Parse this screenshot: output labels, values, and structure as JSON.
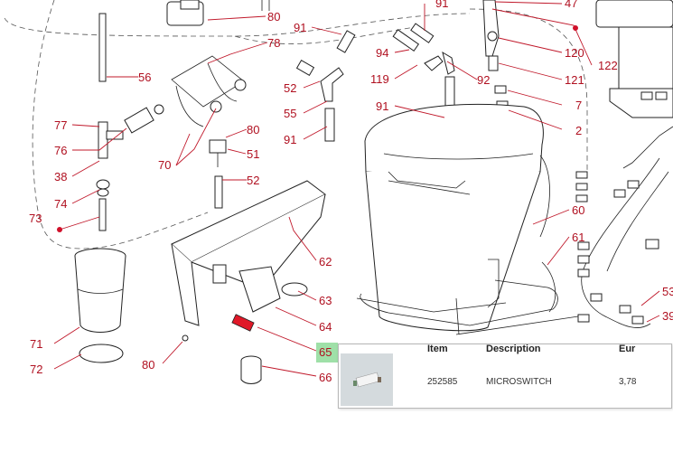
{
  "callouts": {
    "c80a": "80",
    "c78": "78",
    "c56": "56",
    "c77": "77",
    "c76": "76",
    "c38": "38",
    "c74": "74",
    "c73": "73",
    "c70": "70",
    "c80b": "80",
    "c51": "51",
    "c52a": "52",
    "c71": "71",
    "c72": "72",
    "c80c": "80",
    "c91a": "91",
    "c52b": "52",
    "c55": "55",
    "c91b": "91",
    "c94": "94",
    "c119": "119",
    "c91c": "91",
    "c91d": "91",
    "c92": "92",
    "c47": "47",
    "c120": "120",
    "c121": "121",
    "c122": "122",
    "c7": "7",
    "c2": "2",
    "c60": "60",
    "c61": "61",
    "c62": "62",
    "c63": "63",
    "c64": "64",
    "c65": "65",
    "c66": "66",
    "c53": "53",
    "c39": "39"
  },
  "popup": {
    "headers": {
      "item": "Item",
      "description": "Description",
      "eur": "Eur"
    },
    "row": {
      "item": "252585",
      "description": "MICROSWITCH",
      "eur": "3,78"
    }
  },
  "colors": {
    "callout": "#b01020",
    "highlight": "#9fe0a8",
    "line": "#222222"
  }
}
